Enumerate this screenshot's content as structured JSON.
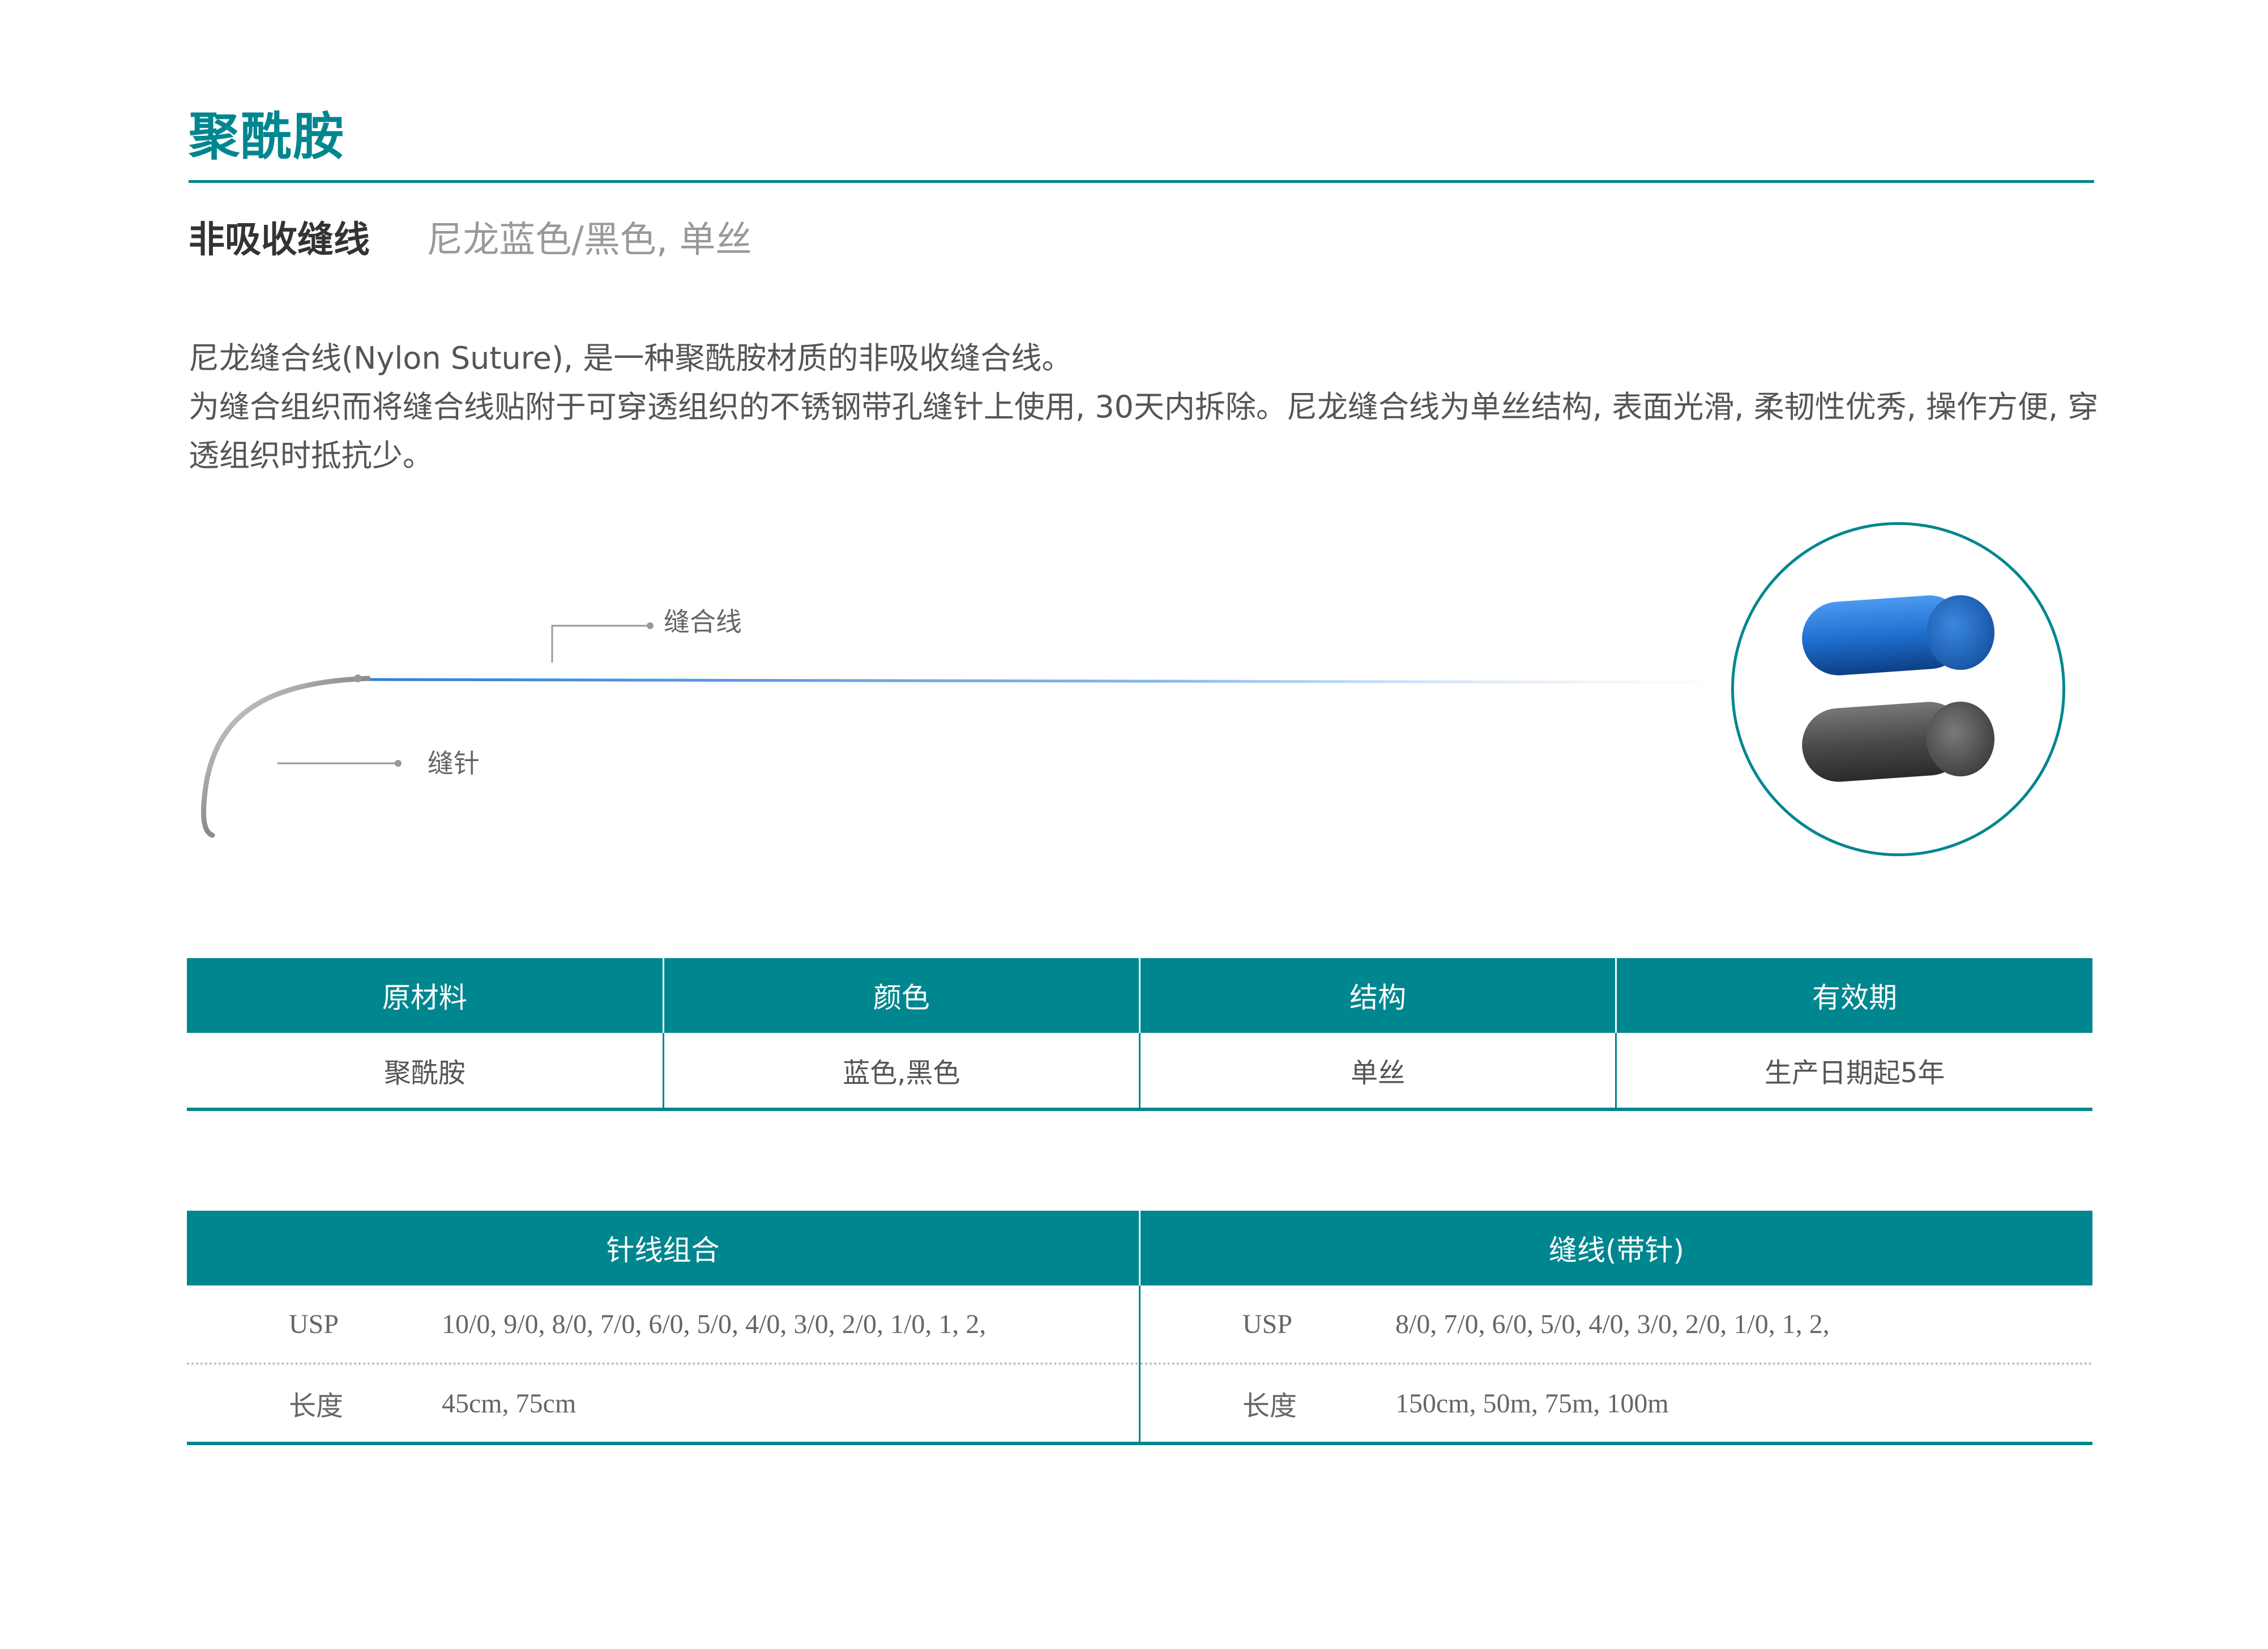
{
  "header": {
    "title": "聚酰胺",
    "subtitle_main": "非吸收缝线",
    "subtitle_secondary": "尼龙蓝色/黑色, 单丝"
  },
  "description": {
    "line1": "尼龙缝合线(Nylon Suture), 是一种聚酰胺材质的非吸收缝合线。",
    "line2": "为缝合组织而将缝合线贴附于可穿透组织的不锈钢带孔缝针上使用, 30天内拆除。尼龙缝合线为单丝结构, 表面光滑, 柔韧性优秀, 操作方便, 穿透组织时抵抗少。"
  },
  "illustration": {
    "label_suture": "缝合线",
    "label_needle": "缝针",
    "thread_color": "#2f7fd6",
    "sample_colors": [
      "#1f6fcf",
      "#4a4a4a"
    ]
  },
  "spec_table": {
    "headers": [
      "原材料",
      "颜色",
      "结构",
      "有效期"
    ],
    "values": [
      "聚酰胺",
      "蓝色,黑色",
      "单丝",
      "生产日期起5年"
    ]
  },
  "size_table": {
    "headers": [
      "针线组合",
      "缝线(带针)"
    ],
    "left": {
      "usp_label": "USP",
      "usp_value": "10/0, 9/0, 8/0, 7/0, 6/0, 5/0, 4/0, 3/0, 2/0, 1/0, 1, 2,",
      "length_label": "长度",
      "length_value": "45cm, 75cm"
    },
    "right": {
      "usp_label": "USP",
      "usp_value": "8/0, 7/0, 6/0, 5/0, 4/0, 3/0, 2/0, 1/0, 1, 2,",
      "length_label": "长度",
      "length_value": "150cm, 50m, 75m, 100m"
    }
  },
  "theme": {
    "accent": "#00868f"
  }
}
